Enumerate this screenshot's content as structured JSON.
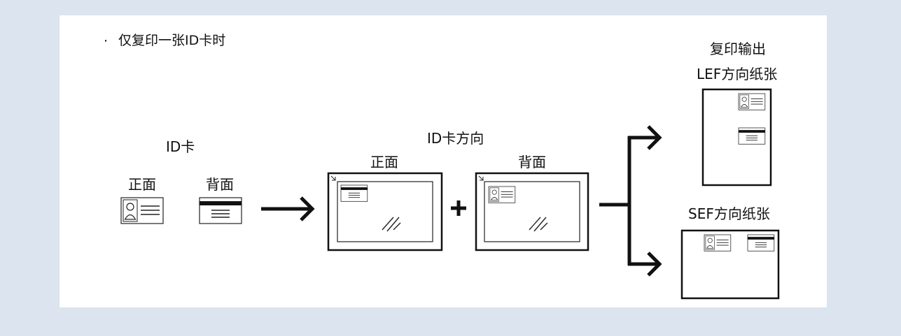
{
  "heading": "仅复印一张ID卡时",
  "id_card": {
    "title": "ID卡",
    "front": "正面",
    "back": "背面"
  },
  "orientation": {
    "title": "ID卡方向",
    "front": "正面",
    "back": "背面",
    "plus": "+"
  },
  "output": {
    "title": "复印输出",
    "lef": "LEF方向纸张",
    "sef": "SEF方向纸张"
  }
}
